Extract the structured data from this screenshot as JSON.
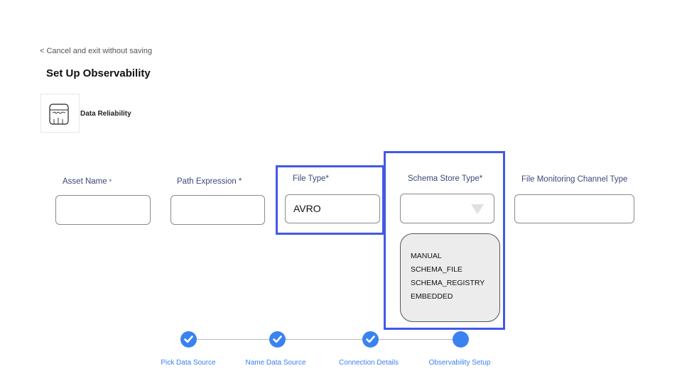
{
  "nav": {
    "back_label": "< Cancel and exit without saving"
  },
  "page": {
    "title": "Set Up Observability"
  },
  "asset_card": {
    "label": "Data Reliability",
    "icon": "data-reliability-icon"
  },
  "fields": {
    "asset_name": {
      "label": "Asset Name",
      "required_mark": "*",
      "value": ""
    },
    "path_expression": {
      "label": "Path Expression *",
      "value": ""
    },
    "file_type": {
      "label": "File Type*",
      "value": "AVRO"
    },
    "schema_store_type": {
      "label": "Schema Store Type*",
      "value": "",
      "options": [
        "MANUAL",
        "SCHEMA_FILE",
        "SCHEMA_REGISTRY",
        "EMBEDDED"
      ]
    },
    "file_monitoring_channel_type": {
      "label": "File Monitoring Channel Type",
      "value": ""
    }
  },
  "stepper": {
    "steps": [
      {
        "label": "Pick Data Source",
        "status": "complete"
      },
      {
        "label": "Name Data Source",
        "status": "complete"
      },
      {
        "label": "Connection Details",
        "status": "complete"
      },
      {
        "label": "Observability Setup",
        "status": "current"
      }
    ]
  },
  "colors": {
    "accent": "#3a82f0",
    "highlight": "#4259e8",
    "label": "#3a4a7a"
  }
}
